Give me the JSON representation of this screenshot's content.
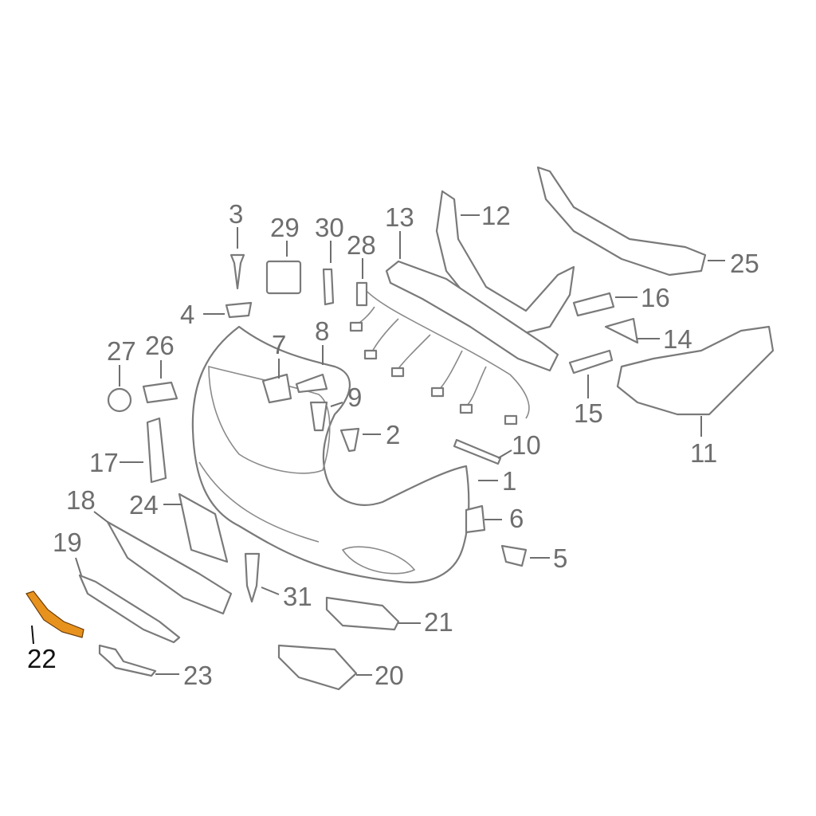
{
  "diagram": {
    "highlight_color": "#e8921e",
    "highlighted_part": "22",
    "labels": [
      "1",
      "2",
      "3",
      "4",
      "5",
      "6",
      "7",
      "8",
      "9",
      "10",
      "11",
      "12",
      "13",
      "14",
      "15",
      "16",
      "17",
      "18",
      "19",
      "20",
      "21",
      "22",
      "23",
      "24",
      "25",
      "26",
      "27",
      "28",
      "29",
      "30",
      "31"
    ]
  }
}
